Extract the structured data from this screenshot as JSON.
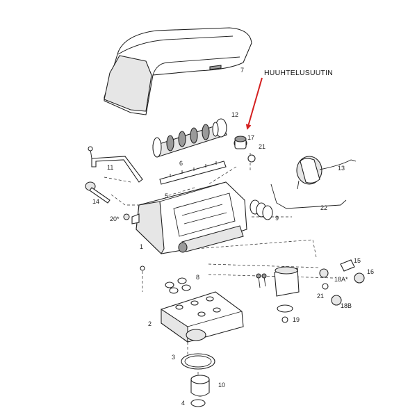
{
  "annotation": {
    "text": "HUUHTELUSUUTIN",
    "color": "#d42020"
  },
  "parts": {
    "p1": "1",
    "p2": "2",
    "p3": "3",
    "p4": "4",
    "p5": "5",
    "p6": "6",
    "p7": "7",
    "p8": "8",
    "p9": "9",
    "p10": "10",
    "p11": "11",
    "p12": "12",
    "p13": "13",
    "p14": "14",
    "p15": "15",
    "p16": "16",
    "p17": "17",
    "p18a": "18A*",
    "p18b": "18B",
    "p19": "19",
    "p20": "20*",
    "p21a": "21",
    "p21b": "21",
    "p22": "22"
  }
}
